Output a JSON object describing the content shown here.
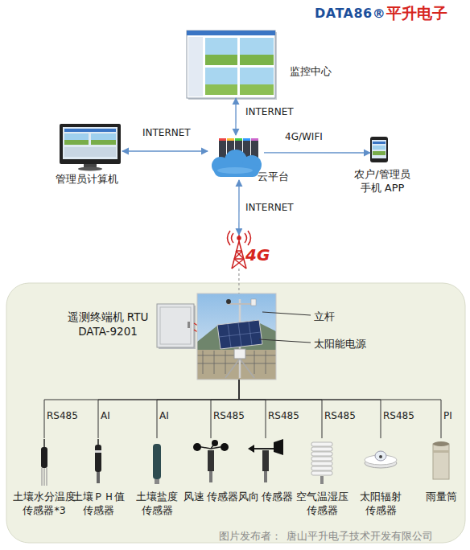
{
  "diagram": {
    "nodes": [
      {
        "text": [
          "监控中心"
        ]
      },
      {
        "text": [
          "管理员计算机"
        ]
      },
      {
        "text": [
          "云平台"
        ]
      },
      {
        "text": [
          "农户/管理员 手机 APP"
        ]
      },
      {
        "text": [
          "4G"
        ]
      },
      {
        "text": [
          "遥测终端机 RTU DATA-9201"
        ]
      },
      {
        "text": [
          "立杆",
          "太阳能电源"
        ]
      },
      {
        "text": [
          "土壤水分温度 传感器*3"
        ]
      },
      {
        "text": [
          "土壤ＰＨ值 传感器"
        ]
      },
      {
        "text": [
          "土壤盐度 传感器"
        ]
      },
      {
        "text": [
          "风速 传感器"
        ]
      },
      {
        "text": [
          "风向 传感器"
        ]
      },
      {
        "text": [
          "空气温湿压 传感器"
        ]
      },
      {
        "text": [
          "太阳辐射 传感器"
        ]
      },
      {
        "text": [
          "雨量筒"
        ]
      }
    ],
    "edges": [
      {
        "from": 0,
        "to": 2,
        "label": "INTERNET",
        "arrow": "both"
      },
      {
        "from": 1,
        "to": 2,
        "label": "INTERNET",
        "arrow": "both"
      },
      {
        "from": 2,
        "to": 3,
        "label": "4G/WIFI",
        "arrow": "to"
      },
      {
        "from": 2,
        "to": 4,
        "label": "INTERNET",
        "arrow": "both"
      },
      {
        "from": 4,
        "to": 6,
        "arrow": "none"
      },
      {
        "from": 6,
        "to": 7,
        "label": "RS485",
        "arrow": "none"
      },
      {
        "from": 6,
        "to": 8,
        "label": "AI",
        "arrow": "none"
      },
      {
        "from": 6,
        "to": 9,
        "label": "AI",
        "arrow": "none"
      },
      {
        "from": 6,
        "to": 10,
        "label": "RS485",
        "arrow": "none"
      },
      {
        "from": 6,
        "to": 11,
        "label": "RS485",
        "arrow": "none"
      },
      {
        "from": 6,
        "to": 12,
        "label": "RS485",
        "arrow": "none"
      },
      {
        "from": 6,
        "to": 13,
        "label": "RS485",
        "arrow": "none"
      },
      {
        "from": 6,
        "to": 14,
        "label": "PI",
        "arrow": "none"
      }
    ],
    "labels": [
      "DATA86®",
      "平升电子",
      "图片发布者：",
      "唐山平升电子技术开发有限公司"
    ]
  }
}
